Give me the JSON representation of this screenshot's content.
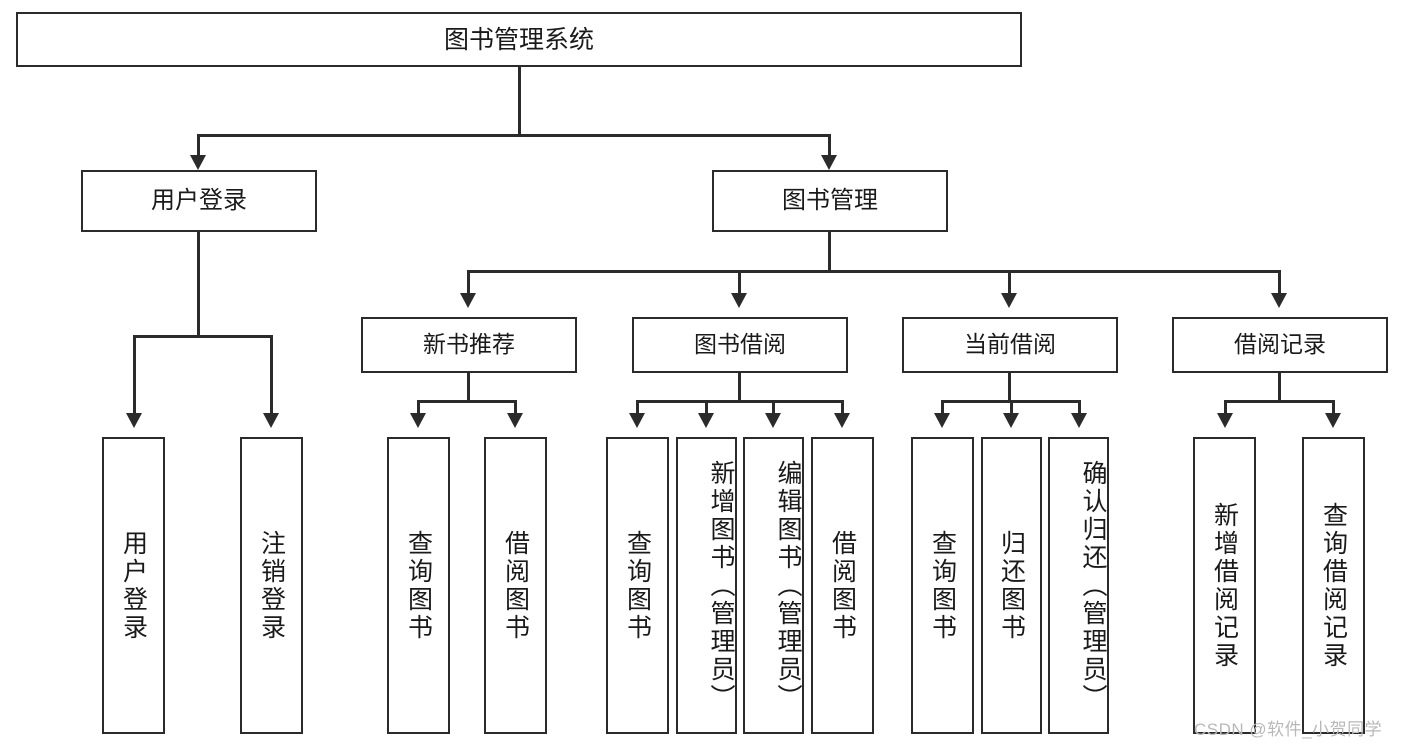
{
  "diagram": {
    "title": "图书管理系统",
    "type": "tree-hierarchy-chart",
    "root": {
      "label": "图书管理系统"
    },
    "level2": [
      {
        "label": "用户登录"
      },
      {
        "label": "图书管理"
      }
    ],
    "level3": [
      {
        "label": "新书推荐"
      },
      {
        "label": "图书借阅"
      },
      {
        "label": "当前借阅"
      },
      {
        "label": "借阅记录"
      }
    ],
    "leaves": {
      "user_login": [
        {
          "label": "用户登录"
        },
        {
          "label": "注销登录"
        }
      ],
      "new_book_recommend": [
        {
          "label": "查询图书"
        },
        {
          "label": "借阅图书"
        }
      ],
      "book_borrow": [
        {
          "label": "查询图书"
        },
        {
          "label": "新增图书（管理员）"
        },
        {
          "label": "编辑图书（管理员）"
        },
        {
          "label": "借阅图书"
        }
      ],
      "current_borrow": [
        {
          "label": "查询图书"
        },
        {
          "label": "归还图书"
        },
        {
          "label": "确认归还（管理员）"
        }
      ],
      "borrow_record": [
        {
          "label": "新增借阅记录"
        },
        {
          "label": "查询借阅记录"
        }
      ]
    }
  },
  "watermark": {
    "text": "CSDN @软件_小贺同学"
  },
  "colors": {
    "stroke": "#2b2b2b",
    "fill": "#ffffff",
    "text": "#1a1a1a",
    "watermark": "#b8b8b8"
  }
}
